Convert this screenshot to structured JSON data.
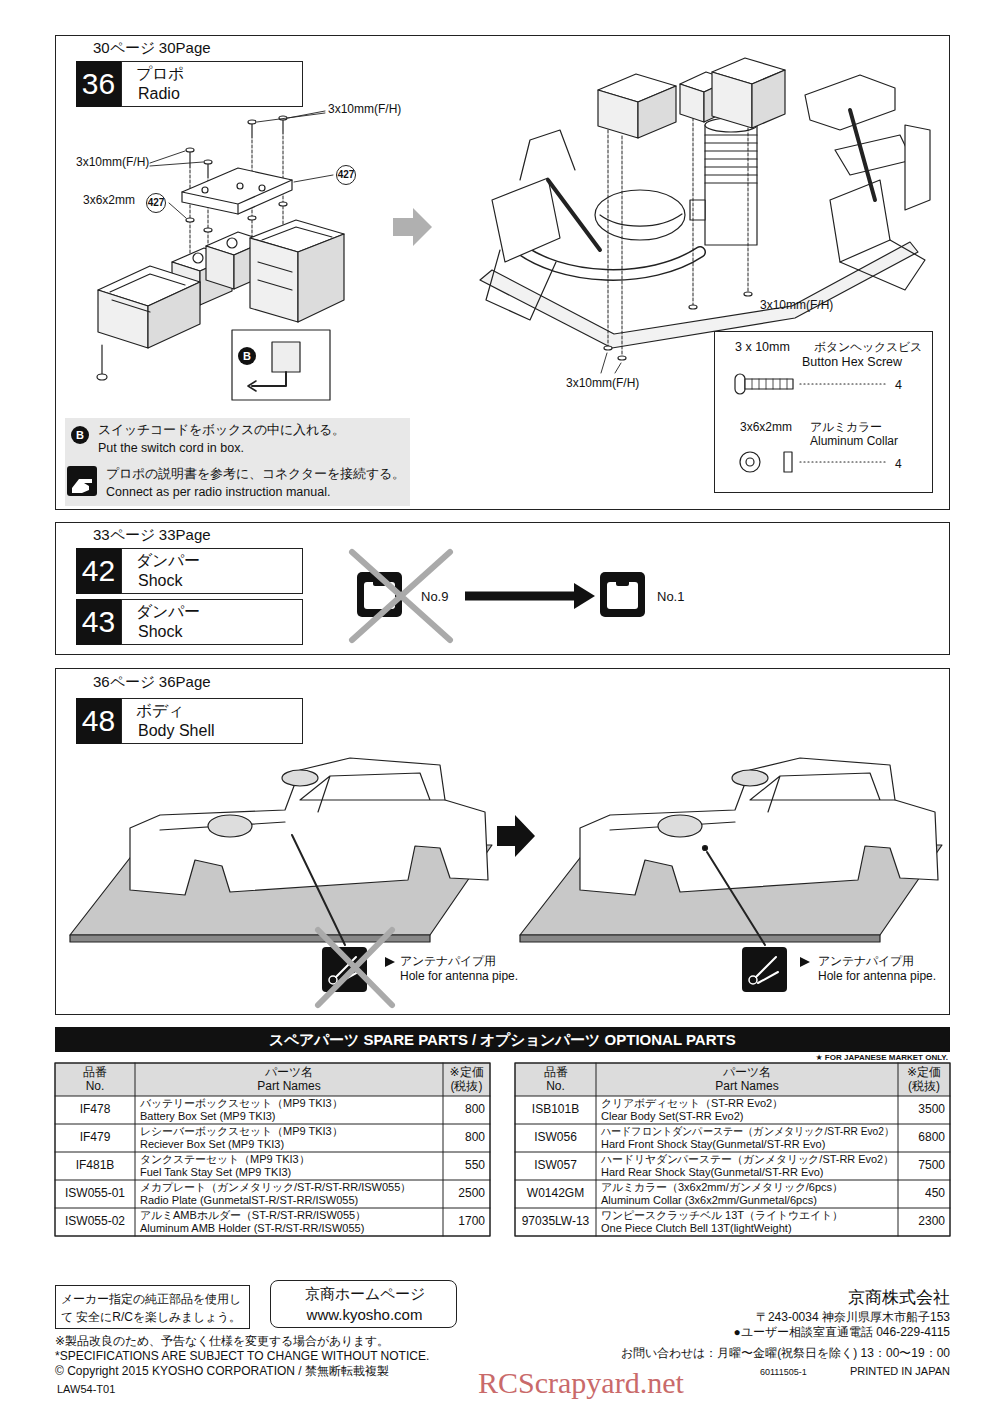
{
  "diagram": {
    "nodes": [
      {
        "text": [
          "30ページ 30Page"
        ]
      },
      {
        "text": [
          "36"
        ],
        "in": 0
      },
      {
        "text": [
          "プロポ",
          "Radio"
        ],
        "in": 0
      },
      {
        "text": [
          "3 x 10mm",
          "ボタンヘックスビス",
          "Button Hex Screw",
          "4",
          "3x6x2mm",
          "アルミカラー",
          "Aluminum Collar",
          "4"
        ],
        "in": 0
      },
      {
        "text": [
          "B",
          "スイッチコードをボックスの中に入れる。",
          "Put the switch cord in box.",
          "プロポの説明書を参考に、コネクターを接続する。",
          "Connect as per radio instruction manual."
        ],
        "in": 0
      },
      {
        "text": [
          "33ページ 33Page"
        ]
      },
      {
        "text": [
          "42"
        ],
        "in": 5
      },
      {
        "text": [
          "ダンパー",
          "Shock"
        ],
        "in": 5
      },
      {
        "text": [
          "43"
        ],
        "in": 5
      },
      {
        "text": [
          "ダンパー",
          "Shock"
        ],
        "in": 5
      },
      {
        "text": [
          "No.9"
        ],
        "in": 5
      },
      {
        "text": [
          "No.1"
        ],
        "in": 5
      },
      {
        "text": [
          "36ページ 36Page"
        ]
      },
      {
        "text": [
          "48"
        ],
        "in": 12
      },
      {
        "text": [
          "ボディ",
          "Body Shell"
        ],
        "in": 12
      },
      {
        "text": [
          "スペアパーツ SPARE PARTS / オプションパーツ OPTIONAL PARTS"
        ]
      },
      {
        "text": [
          "メーカー指定の純正部品を使用して 安全にR/Cを楽しみましょう。"
        ]
      },
      {
        "text": [
          "京商ホームページ",
          "www.kyosho.com"
        ]
      }
    ],
    "edges": [
      {
        "from": 10,
        "to": 11,
        "arrow": "to"
      }
    ],
    "labels": [
      "3x10mm(F/H)",
      "3x10mm(F/H)",
      "3x6x2mm",
      "427",
      "427",
      "B",
      "3x10mm(F/H)",
      "3x10mm(F/H)",
      "アンテナパイプ用",
      "Hole for antenna pipe.",
      "アンテナパイプ用",
      "Hole for antenna pipe.",
      "★ FOR JAPANESE MARKET ONLY.",
      "品番",
      "No.",
      "パーツ名",
      "Part Names",
      "※定価",
      "(税抜)",
      "IF478",
      "バッテリーボックスセット（MP9 TKI3）",
      "Battery Box Set (MP9 TKI3)",
      "800",
      "IF479",
      "レシーバーボックスセット（MP9 TKI3）",
      "Reciever Box Set (MP9 TKI3)",
      "800",
      "IF481B",
      "タンクステーセット（MP9 TKI3）",
      "Fuel Tank Stay Set (MP9 TKI3)",
      "550",
      "ISW055-01",
      "メカプレート（ガンメタリック/ST-R/ST-RR/ISW055）",
      "Radio Plate (GunmetalST-R/ST-RR/ISW055)",
      "2500",
      "ISW055-02",
      "アルミAMBホルダー（ST-R/ST-RR/ISW055）",
      "Aluminum AMB Holder (ST-R/ST-RR/ISW055)",
      "1700",
      "品番",
      "No.",
      "パーツ名",
      "Part Names",
      "※定価",
      "(税抜)",
      "ISB101B",
      "クリアボディセット（ST-RR Evo2）",
      "Clear Body Set(ST-RR Evo2)",
      "3500",
      "ISW056",
      "ハードフロントダンパーステー（ガンメタリック/ST-RR Evo2）",
      "Hard Front Shock Stay(Gunmetal/ST-RR Evo)",
      "6800",
      "ISW057",
      "ハードリヤダンパーステー（ガンメタリック/ST-RR Evo2）",
      "Hard Rear Shock Stay(Gunmetal/ST-RR Evo)",
      "7500",
      "W0142GM",
      "アルミカラー（3x6x2mm/ガンメタリック/6pcs）",
      "Aluminum Collar (3x6x2mm/Gunmetal/6pcs)",
      "450",
      "97035LW-13",
      "ワンピースクラッチベル 13T（ライトウエイト）",
      "One Piece Clutch Bell 13T(lightWeight)",
      "2300",
      "※製品改良のため、予告なく仕様を変更する場合があります。",
      "*SPECIFICATIONS ARE SUBJECT TO CHANGE WITHOUT NOTICE.",
      "© Copyright 2015 KYOSHO CORPORATION / 禁無断転載複製",
      "LAW54-T01",
      "京商株式会社",
      "〒243-0034 神奈川県厚木市船子153",
      "●ユーザー相談室直通電話 046-229-4115",
      "お問い合わせは：月曜〜金曜(祝祭日を除く) 13：00〜19：00",
      "60111505-1",
      "PRINTED IN JAPAN",
      "RCScrapyard.net"
    ]
  }
}
